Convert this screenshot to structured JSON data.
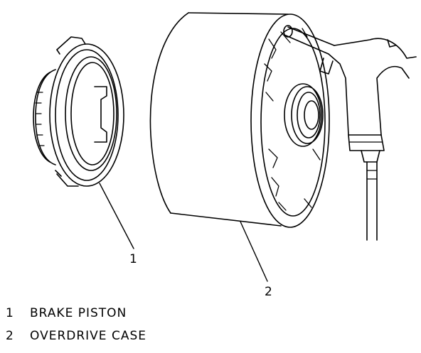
{
  "callouts": [
    {
      "number": "1",
      "name": "BRAKE PISTON"
    },
    {
      "number": "2",
      "name": "OVERDRIVE CASE"
    }
  ],
  "colors": {
    "line": "#000000",
    "background": "#ffffff"
  }
}
